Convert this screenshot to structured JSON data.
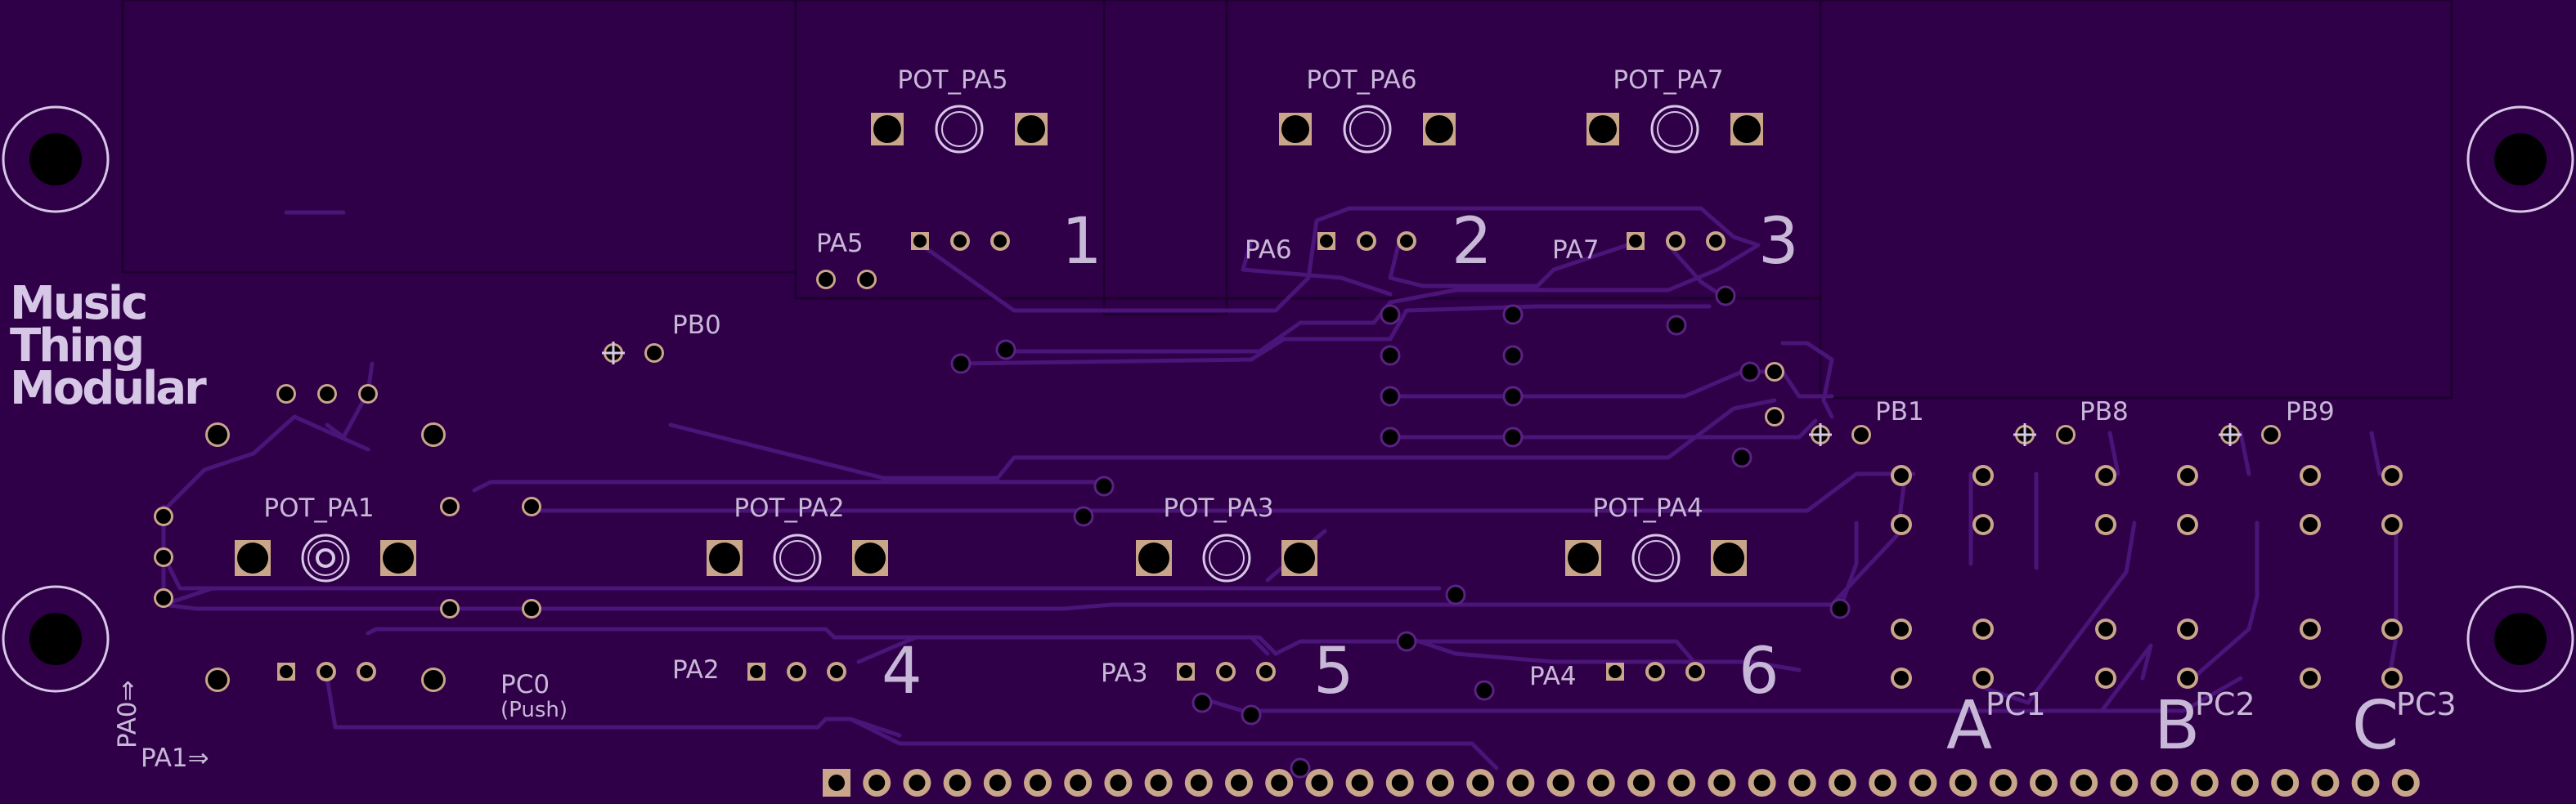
{
  "board": {
    "logo_lines": [
      "Music",
      "Thing",
      "Modular"
    ],
    "pot_labels": [
      "POT_PA5",
      "POT_PA6",
      "POT_PA7",
      "POT_PA1",
      "POT_PA2",
      "POT_PA3",
      "POT_PA4"
    ],
    "pin_labels": [
      "PA5",
      "PA6",
      "PA7",
      "PB0",
      "PB1",
      "PB8",
      "PB9",
      "PA2",
      "PA3",
      "PA4"
    ],
    "channel_numbers": [
      "1",
      "2",
      "3",
      "4",
      "5",
      "6"
    ],
    "switch_labels": [
      "PC0",
      "(Push)"
    ],
    "arrow_labels": [
      "PA0⇒",
      "PA1⇒"
    ],
    "jack_letters": [
      "A",
      "B",
      "C"
    ],
    "jack_pins": [
      "PC1",
      "PC2",
      "PC3"
    ]
  },
  "colors": {
    "board": "#2f0047",
    "copper_trace": "#4b1478",
    "silkscreen": "#c8b8d8",
    "pad": "#c9a58a",
    "drill": "#000000"
  }
}
